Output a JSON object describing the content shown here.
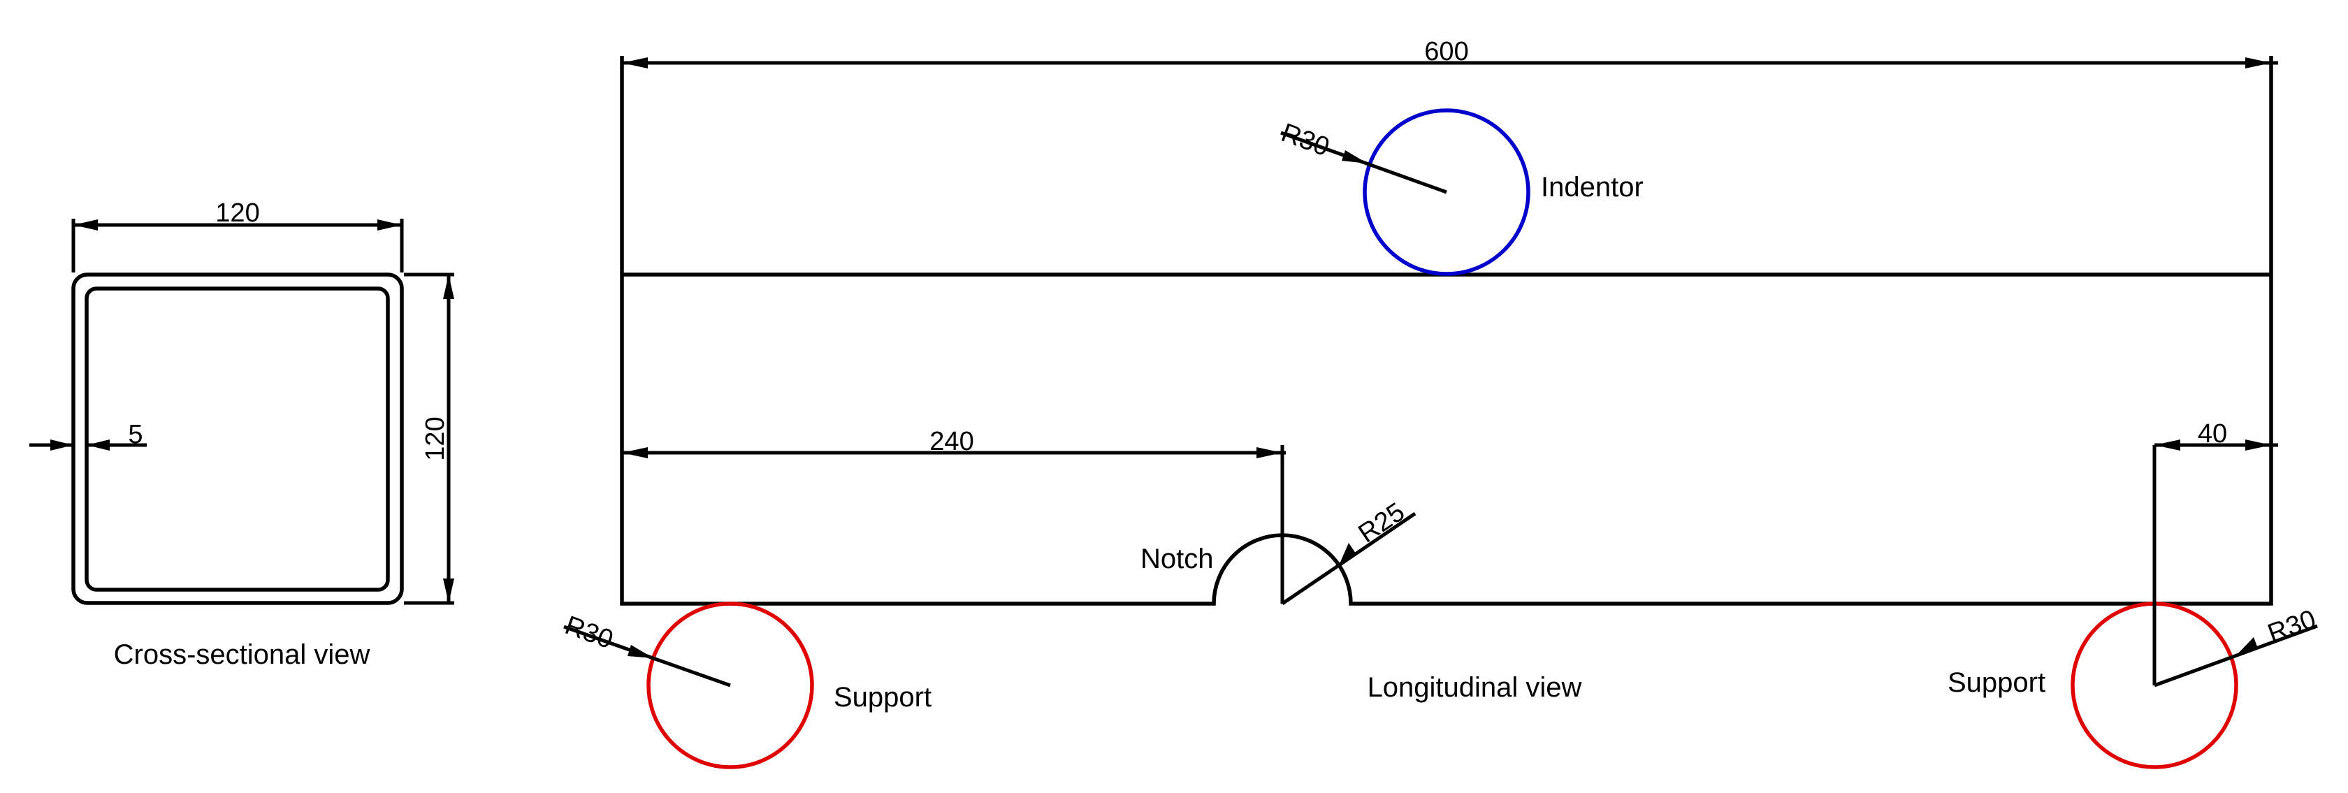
{
  "cross_section": {
    "width_dim": "120",
    "height_dim": "120",
    "thickness_dim": "5",
    "caption": "Cross-sectional view"
  },
  "longitudinal": {
    "length_dim": "600",
    "notch_pos_dim": "240",
    "support_offset_dim": "40",
    "indentor_radius": "R30",
    "notch_radius": "R25",
    "support_left_radius": "R30",
    "support_right_radius": "R30",
    "indentor_label": "Indentor",
    "notch_label": "Notch",
    "support_left_label": "Support",
    "support_right_label": "Support",
    "caption": "Longitudinal view"
  },
  "colors": {
    "indentor": "#0000cc",
    "support": "#e00000",
    "lines": "#000000"
  }
}
